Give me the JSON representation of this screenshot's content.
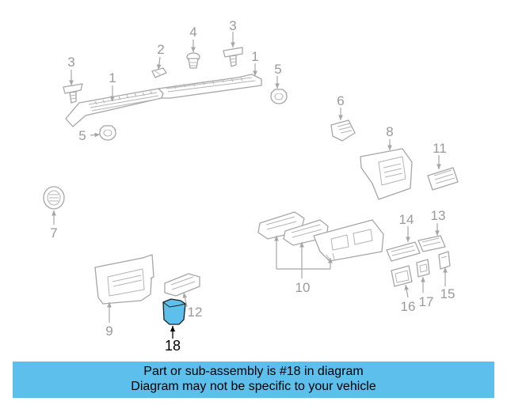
{
  "diagram": {
    "highlight_color": "#5cbfec",
    "banner_color": "#5cbfec",
    "highlighted_part": "18",
    "callouts": [
      "1",
      "1",
      "2",
      "3",
      "3",
      "4",
      "5",
      "5",
      "6",
      "7",
      "8",
      "9",
      "10",
      "11",
      "12",
      "13",
      "14",
      "15",
      "16",
      "17",
      "18"
    ]
  },
  "banner": {
    "line1": "Part or sub-assembly is #18 in diagram",
    "line2": "Diagram may not be specific to your vehicle"
  }
}
